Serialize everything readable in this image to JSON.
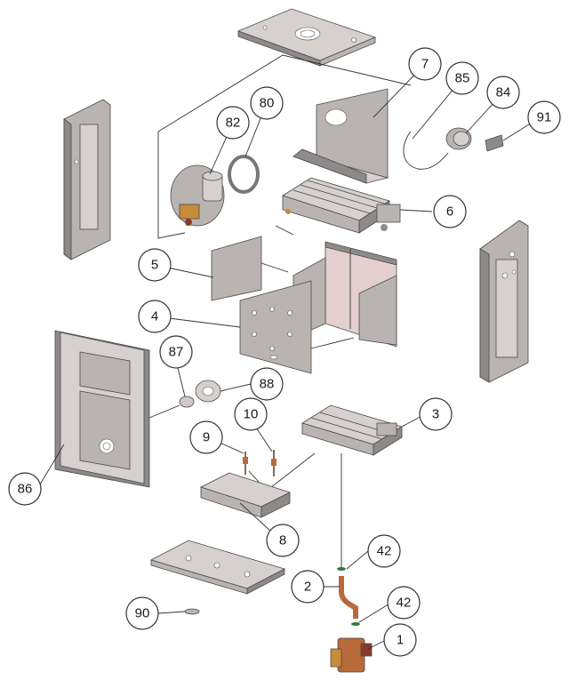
{
  "callouts": [
    {
      "id": "c7",
      "label": "7"
    },
    {
      "id": "c85",
      "label": "85"
    },
    {
      "id": "c84",
      "label": "84"
    },
    {
      "id": "c91",
      "label": "91"
    },
    {
      "id": "c80",
      "label": "80"
    },
    {
      "id": "c82",
      "label": "82"
    },
    {
      "id": "c6",
      "label": "6"
    },
    {
      "id": "c5",
      "label": "5"
    },
    {
      "id": "c4",
      "label": "4"
    },
    {
      "id": "c87",
      "label": "87"
    },
    {
      "id": "c88",
      "label": "88"
    },
    {
      "id": "c3",
      "label": "3"
    },
    {
      "id": "c10",
      "label": "10"
    },
    {
      "id": "c9",
      "label": "9"
    },
    {
      "id": "c86",
      "label": "86"
    },
    {
      "id": "c8",
      "label": "8"
    },
    {
      "id": "c42a",
      "label": "42"
    },
    {
      "id": "c2",
      "label": "2"
    },
    {
      "id": "c42b",
      "label": "42"
    },
    {
      "id": "c90",
      "label": "90"
    },
    {
      "id": "c1",
      "label": "1"
    }
  ],
  "colors": {
    "panel": "#b9b4b2",
    "panel_light": "#d6d0ce",
    "panel_dark": "#8e8a89",
    "chamber_interior": "#e3cfcf",
    "copper": "#b86a3a",
    "brass": "#c98a3a",
    "gasket_green": "#2f7a3a"
  }
}
